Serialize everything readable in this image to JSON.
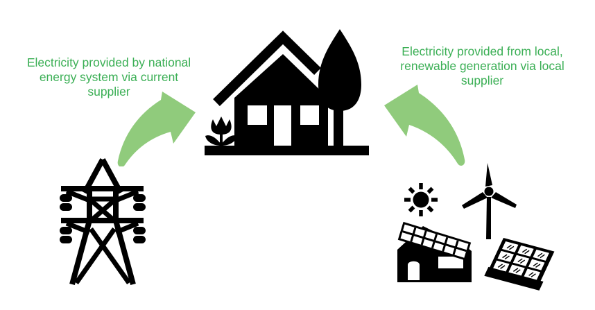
{
  "labels": {
    "national": {
      "line1": "Electricity provided by national",
      "line2": "energy system via current",
      "line3": "supplier"
    },
    "local": {
      "line1": "Electricity provided from local,",
      "line2": "renewable generation via local",
      "line3": "supplier"
    }
  },
  "icons": {
    "center": "house-with-tree-icon",
    "left_source": "transmission-tower-icon",
    "right_sources": [
      "sun-icon",
      "wind-turbine-icon",
      "solar-roof-house-icon",
      "solar-panel-icon"
    ],
    "arrows": [
      "curved-arrow-up-right",
      "curved-arrow-up-left"
    ]
  },
  "colors": {
    "background": "#FFFFFF",
    "label_text": "#3BAF55",
    "arrow_fill": "#90CB7C",
    "icon": "#000000"
  }
}
